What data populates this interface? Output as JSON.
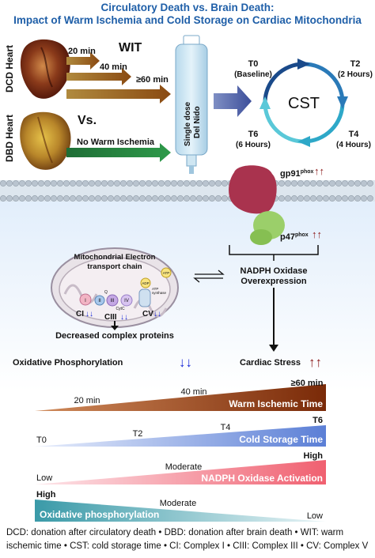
{
  "title_line1": "Circulatory Death vs. Brain Death:",
  "title_line2": "Impact of Warm Ischemia and Cold Storage on Cardiac Mitochondria",
  "hearts": {
    "dcd_label": "DCD Heart",
    "dbd_label": "DBD Heart",
    "vs_label": "Vs.",
    "wit_label": "WIT",
    "arrow_20": "20 min",
    "arrow_40": "40 min",
    "arrow_60": "≥60 min",
    "no_wi": "No Warm Ischemia"
  },
  "bag": {
    "line1": "Single dose",
    "line2": "Del Nido"
  },
  "cst": {
    "label": "CST",
    "t0": "T0",
    "t0_sub": "(Baseline)",
    "t2": "T2",
    "t2_sub": "(2 Hours)",
    "t4": "T4",
    "t4_sub": "(4 Hours)",
    "t6": "T6",
    "t6_sub": "(6 Hours)"
  },
  "nadph": {
    "gp91": "gp91",
    "gp91_sup": "phox",
    "p47": "p47",
    "p47_sup": "phox",
    "label1": "NADPH Oxidase",
    "label2": "Overexpression",
    "up_arrows": "↑↑"
  },
  "mito": {
    "label1": "Mitochondrial Electron",
    "label2": "transport chain",
    "adp": "ADP",
    "atp": "ATP",
    "synthase1": "ATP",
    "synthase2": "synthase",
    "c1": "I",
    "c2": "II",
    "c3": "III",
    "c4": "IV",
    "cytc": "CytC",
    "q": "Q",
    "ci": "CI",
    "ciii": "CIII",
    "cv": "CV",
    "down_arrows": "↓↓"
  },
  "outcomes": {
    "decreased": "Decreased complex proteins",
    "oxphos": "Oxidative Phosphorylation",
    "stress": "Cardiac Stress",
    "double_down": "↓↓",
    "double_up": "↑↑"
  },
  "scales": {
    "wit": {
      "title": "Warm Ischemic Time",
      "labels": [
        "20 min",
        "40 min",
        "≥60 min"
      ],
      "color": "#8b3510"
    },
    "cst": {
      "title": "Cold Storage Time",
      "labels": [
        "T0",
        "T2",
        "T4",
        "T6"
      ],
      "color": "#5b7fd6"
    },
    "nox": {
      "title": "NADPH Oxidase Activation",
      "labels": [
        "Low",
        "Moderate",
        "High"
      ],
      "color": "#f06070"
    },
    "oxphos": {
      "title": "Oxidative phosphorylation",
      "labels": [
        "High",
        "Moderate",
        "Low"
      ],
      "color": "#3a9aa8"
    }
  },
  "footer": "DCD: donation after circulatory death • DBD: donation after brain death • WIT: warm ischemic time • CST: cold storage time • CI: Complex I • CIII: Complex III • CV: Complex V"
}
